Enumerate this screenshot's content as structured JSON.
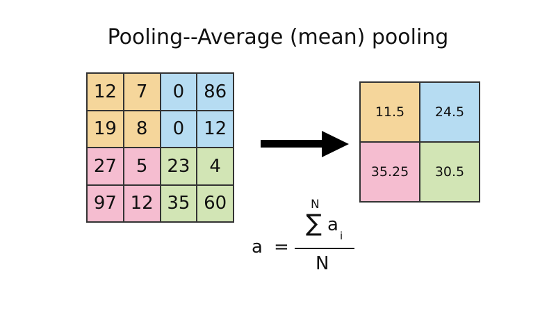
{
  "title": "Pooling--Average (mean) pooling",
  "colors": {
    "orange": "#f5d69b",
    "blue": "#b6dcf2",
    "pink": "#f5bdd0",
    "green": "#d2e5b5"
  },
  "input_grid": [
    [
      {
        "value": "12",
        "color": "orange"
      },
      {
        "value": "7",
        "color": "orange"
      },
      {
        "value": "0",
        "color": "blue"
      },
      {
        "value": "86",
        "color": "blue"
      }
    ],
    [
      {
        "value": "19",
        "color": "orange"
      },
      {
        "value": "8",
        "color": "orange"
      },
      {
        "value": "0",
        "color": "blue"
      },
      {
        "value": "12",
        "color": "blue"
      }
    ],
    [
      {
        "value": "27",
        "color": "pink"
      },
      {
        "value": "5",
        "color": "pink"
      },
      {
        "value": "23",
        "color": "green"
      },
      {
        "value": "4",
        "color": "green"
      }
    ],
    [
      {
        "value": "97",
        "color": "pink"
      },
      {
        "value": "12",
        "color": "pink"
      },
      {
        "value": "35",
        "color": "green"
      },
      {
        "value": "60",
        "color": "green"
      }
    ]
  ],
  "output_grid": [
    [
      {
        "value": "11.5",
        "color": "orange"
      },
      {
        "value": "24.5",
        "color": "blue"
      }
    ],
    [
      {
        "value": "35.25",
        "color": "pink"
      },
      {
        "value": "30.5",
        "color": "green"
      }
    ]
  ],
  "formula": {
    "lhs": "a",
    "equals": "=",
    "sum_upper": "N",
    "sum_symbol": "∑",
    "term": "a",
    "subscript": "i",
    "denominator": "N"
  }
}
